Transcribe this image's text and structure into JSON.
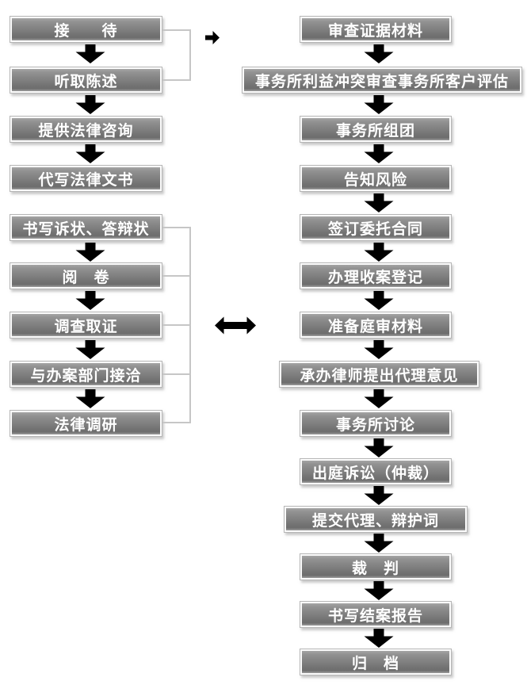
{
  "diagram": {
    "title": "legal-case-workflow-flowchart",
    "colors": {
      "box_gradient_top": "#aeaeae",
      "box_gradient_mid": "#818181",
      "box_gradient_bottom": "#6e6e6e",
      "box_bottom_highlight": "#9a9a9a",
      "box_border": "#b6b6b6",
      "box_inner_border": "#fbfbfb",
      "box_text": "#ffffff",
      "connector_line": "#c6c6c6",
      "arrow_outline": "#c8c8c8",
      "arrow_fill": "#ffffff",
      "background": "#ffffff"
    },
    "icons": {
      "down_arrow": "⇩ hollow outlined block arrow",
      "right_arrow": "⇨ hollow outlined block arrow",
      "double_arrow": "⇔ hollow outlined two-headed arrow"
    }
  },
  "flow": {
    "left": [
      {
        "label": "接　　待"
      },
      {
        "label": "听取陈述"
      },
      {
        "label": "提供法律咨询"
      },
      {
        "label": "代写法律文书"
      },
      {
        "label": "书写诉状、答辩状"
      },
      {
        "label": "阅　卷"
      },
      {
        "label": "调查取证"
      },
      {
        "label": "与办案部门接洽"
      },
      {
        "label": "法律调研"
      }
    ],
    "right": [
      {
        "label": "审查证据材料"
      },
      {
        "label": "事务所利益冲突审查事务所客户评估"
      },
      {
        "label": "事务所组团"
      },
      {
        "label": "告知风险"
      },
      {
        "label": "签订委托合同"
      },
      {
        "label": "办理收案登记"
      },
      {
        "label": "准备庭审材料"
      },
      {
        "label": "承办律师提出代理意见"
      },
      {
        "label": "事务所讨论"
      },
      {
        "label": "出庭诉讼（仲裁）"
      },
      {
        "label": "提交代理、辩护词"
      },
      {
        "label": "裁　判"
      },
      {
        "label": "书写结案报告"
      },
      {
        "label": "归　档"
      }
    ]
  }
}
